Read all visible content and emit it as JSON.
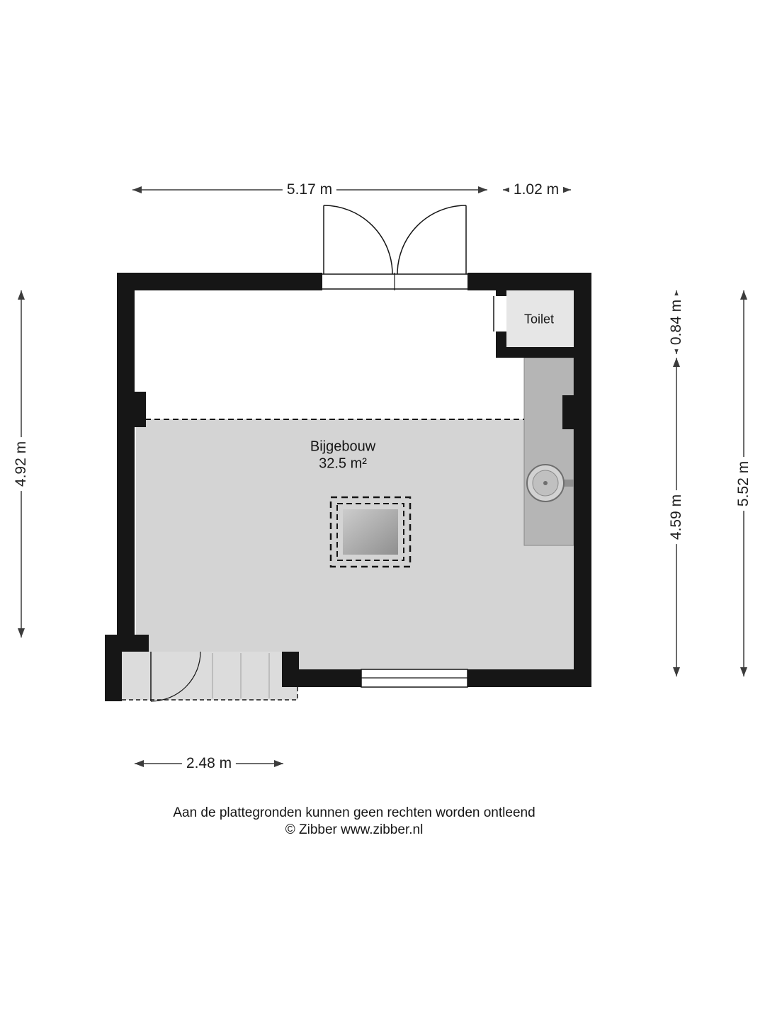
{
  "floorplan": {
    "rooms": [
      {
        "name": "Bijgebouw",
        "area": "32.5 m²"
      },
      {
        "name": "Toilet"
      }
    ]
  },
  "dimensions": {
    "top_main": "5.17 m",
    "top_toilet": "1.02 m",
    "left_main": "4.92 m",
    "right_toilet": "0.84 m",
    "right_main": "4.59 m",
    "right_total": "5.52 m",
    "bottom_porch": "2.48 m"
  },
  "footer": {
    "disclaimer": "Aan de plattegronden kunnen geen rechten worden ontleend",
    "copyright": "© Zibber www.zibber.nl"
  },
  "colors": {
    "wall": "#161616",
    "floor_main": "#d4d4d4",
    "floor_porch": "#dcdcdc",
    "floor_toilet": "#e6e6e6",
    "counter": "#b5b5b5",
    "dimension_line": "#3c3c3c"
  }
}
